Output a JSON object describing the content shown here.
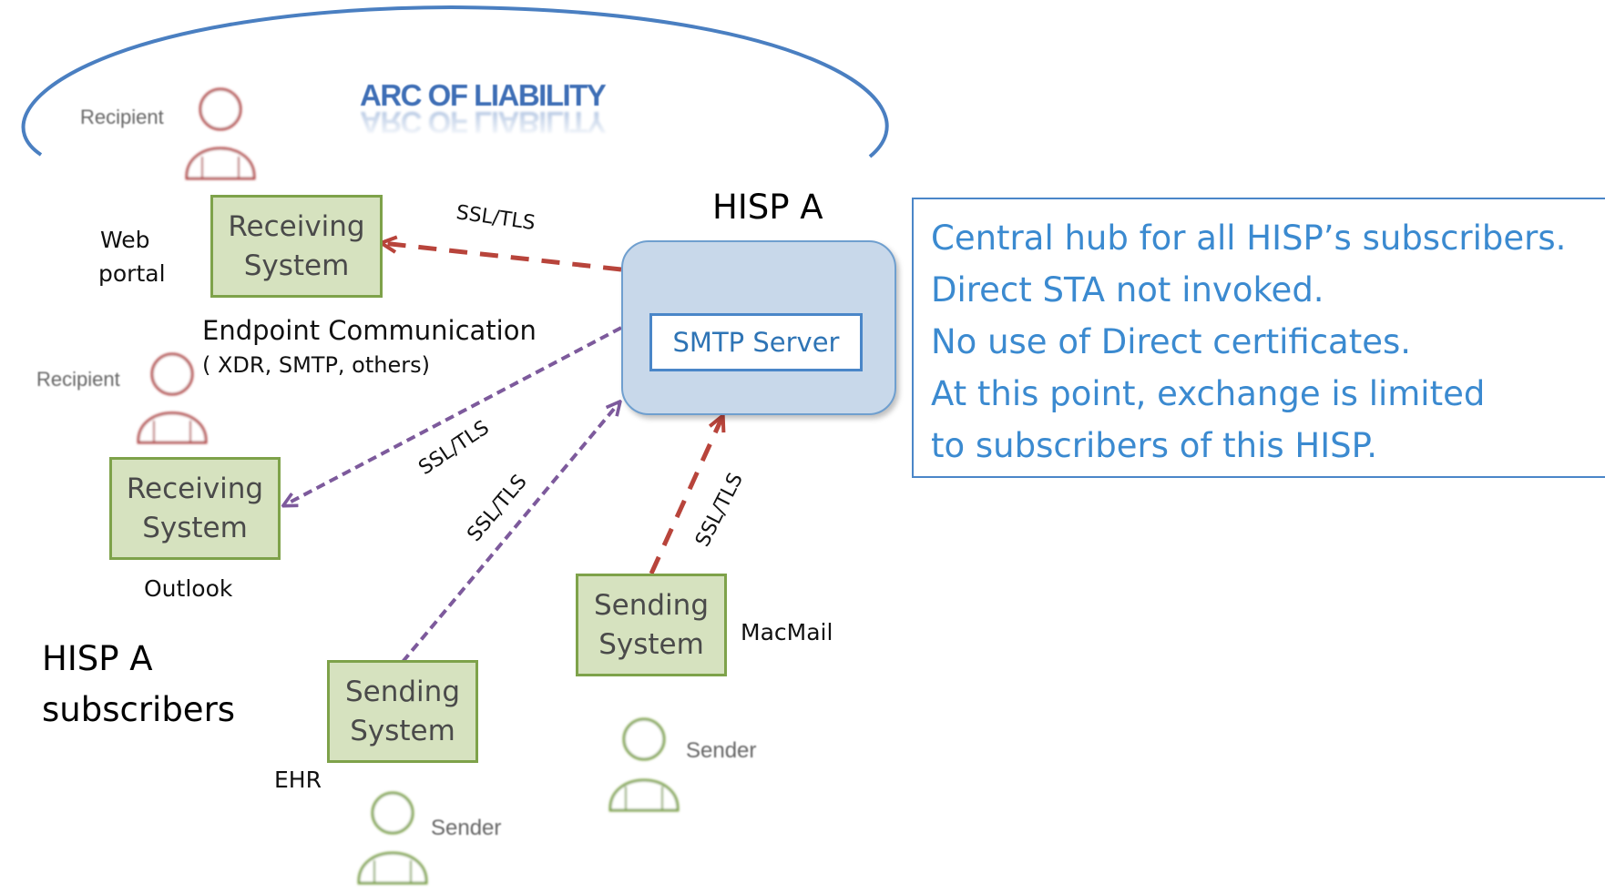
{
  "arc": {
    "title": "ARC OF LIABILITY"
  },
  "hisp": {
    "title": "HISP A",
    "server": "SMTP Server",
    "subscribers_line1": "HISP A",
    "subscribers_line2": "subscribers"
  },
  "systems": {
    "receiving_web": {
      "line1": "Receiving",
      "line2": "System",
      "client": "Web",
      "client2": "portal"
    },
    "receiving_outlook": {
      "line1": "Receiving",
      "line2": "System",
      "client": "Outlook"
    },
    "sending_ehr": {
      "line1": "Sending",
      "line2": "System",
      "client": "EHR"
    },
    "sending_macmail": {
      "line1": "Sending",
      "line2": "System",
      "client": "MacMail"
    }
  },
  "people": {
    "recipient_top": "Recipient",
    "recipient_mid": "Recipient",
    "sender_ehr": "Sender",
    "sender_macmail": "Sender"
  },
  "endpoint": {
    "title": "Endpoint Communication",
    "protocols": "( XDR, SMTP, others)"
  },
  "links": {
    "tls_web": "SSL/TLS",
    "tls_outlook": "SSL/TLS",
    "tls_ehr": "SSL/TLS",
    "tls_macmail": "SSL/TLS"
  },
  "note": {
    "lines": [
      "Central hub for all HISP’s subscribers.",
      "Direct STA not invoked.",
      "No use of Direct certificates.",
      "At this point, exchange is limited",
      "to subscribers of this HISP."
    ]
  },
  "colors": {
    "arc": "#4a7fc1",
    "red_arrow": "#b8443b",
    "purple_arrow": "#7d5a9c",
    "box_fill": "#d6e2bf",
    "box_border": "#7ea24a",
    "note_text": "#3b8ad0",
    "recipient_icon": "#b34c4c",
    "sender_icon": "#7ea24a"
  }
}
